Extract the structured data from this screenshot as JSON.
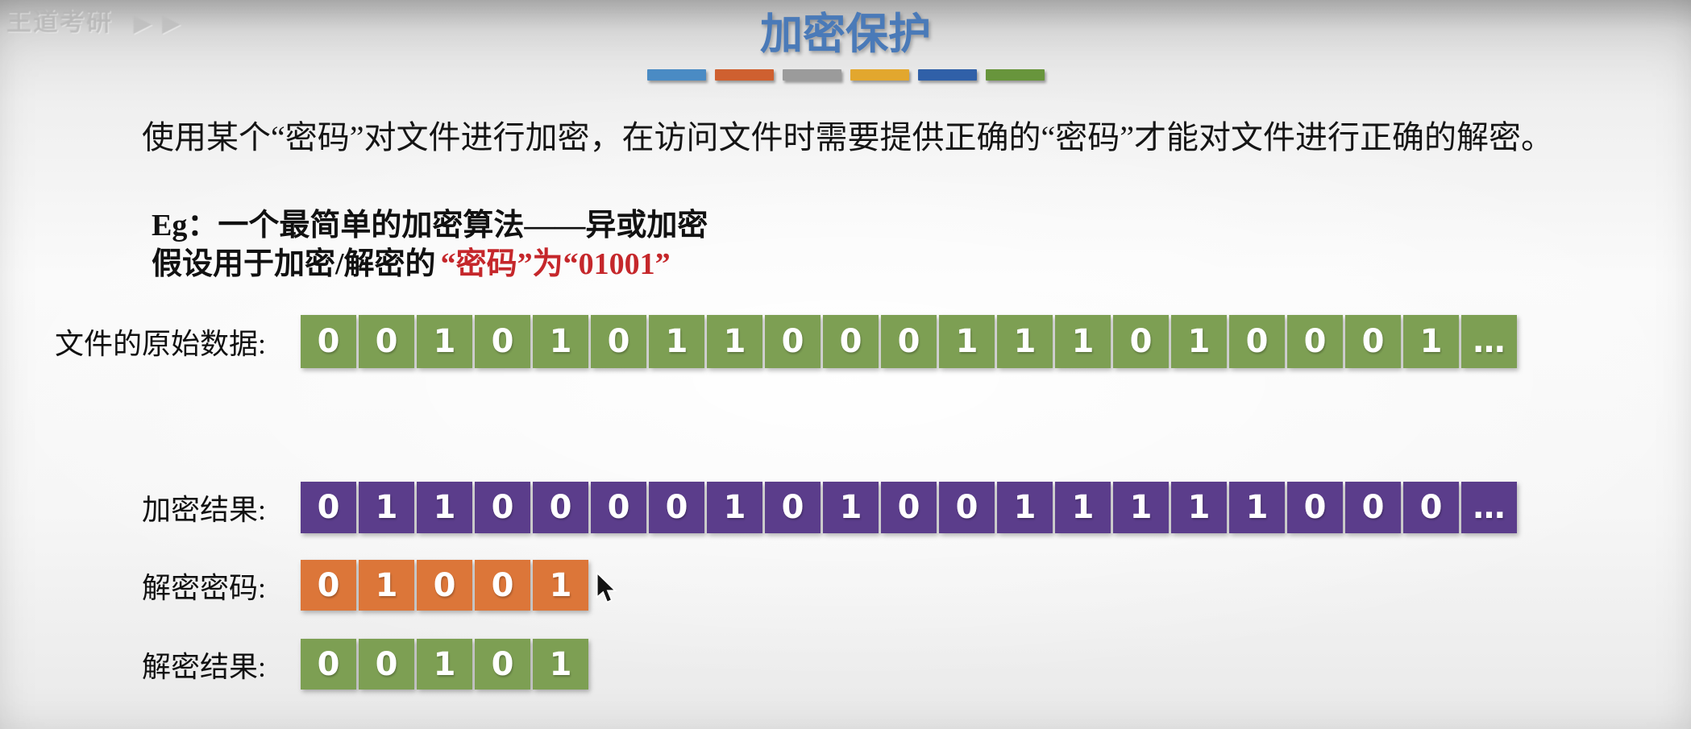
{
  "title": "加密保护",
  "watermark": {
    "brand": "王道考研",
    "logos": "▶▶"
  },
  "divider_colors": [
    "#4a8bc4",
    "#cf6030",
    "#9b9b9b",
    "#e2a72e",
    "#3060a8",
    "#68953c"
  ],
  "intro": "使用某个“密码”对文件进行加密，在访问文件时需要提供正确的“密码”才能对文件进行正确的解密。",
  "example": {
    "line1": "Eg：一个最简单的加密算法——异或加密",
    "line2_black": "假设用于加密/解密的",
    "line2_red": "“密码”为“01001”"
  },
  "colors": {
    "original_data": "#7d9f53",
    "encrypted": "#5b3d8b",
    "password": "#dc7639",
    "decrypted": "#7d9f53",
    "red_text": "#c5272b",
    "title_blue": "#4a7ab8"
  },
  "bit_rows": [
    {
      "label": "文件的原始数据:",
      "color": "#7d9f53",
      "bits": [
        "0",
        "0",
        "1",
        "0",
        "1",
        "0",
        "1",
        "1",
        "0",
        "0",
        "0",
        "1",
        "1",
        "1",
        "0",
        "1",
        "0",
        "0",
        "0",
        "1",
        "…"
      ]
    },
    {
      "label": "加密结果:",
      "color": "#5b3d8b",
      "bits": [
        "0",
        "1",
        "1",
        "0",
        "0",
        "0",
        "0",
        "1",
        "0",
        "1",
        "0",
        "0",
        "1",
        "1",
        "1",
        "1",
        "1",
        "0",
        "0",
        "0",
        "…"
      ]
    },
    {
      "label": "解密密码:",
      "color": "#dc7639",
      "bits": [
        "0",
        "1",
        "0",
        "0",
        "1"
      ]
    },
    {
      "label": "解密结果:",
      "color": "#7d9f53",
      "bits": [
        "0",
        "0",
        "1",
        "0",
        "1"
      ]
    }
  ]
}
